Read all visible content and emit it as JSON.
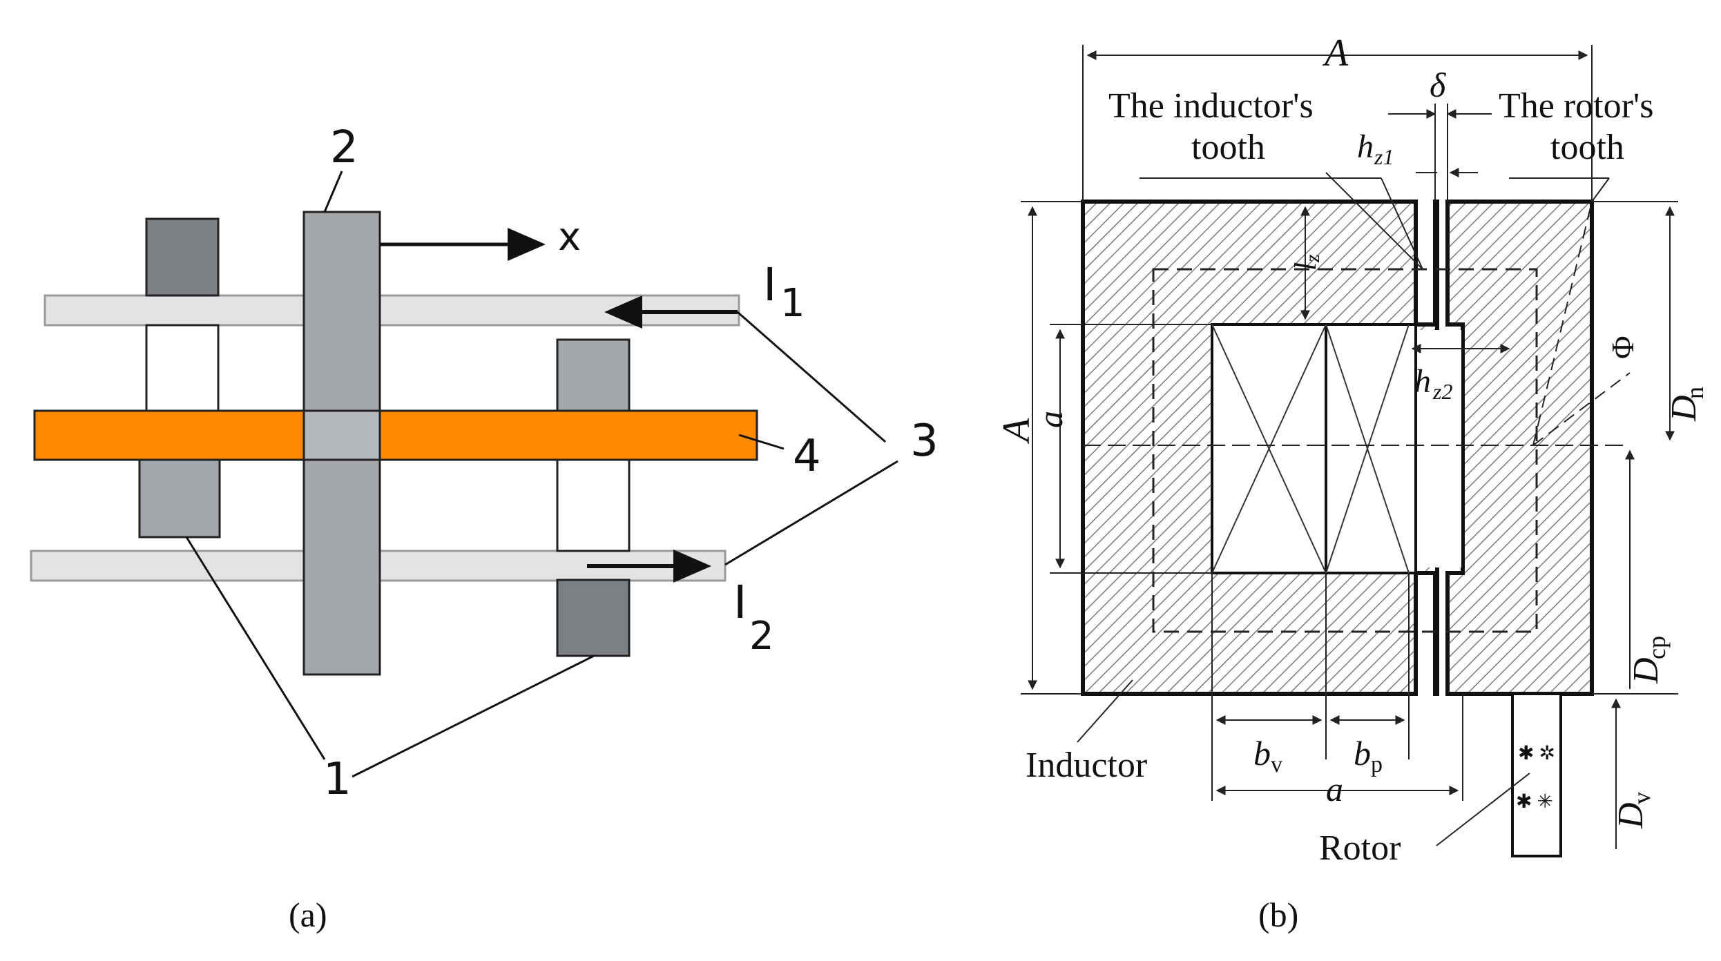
{
  "panel_a": {
    "caption": "(a)",
    "labels": {
      "n1": "1",
      "n2": "2",
      "n3": "3",
      "n4": "4",
      "x": "x",
      "i1_letter": "I",
      "i1_sub": "1",
      "i2_letter": "I",
      "i2_sub": "2"
    }
  },
  "panel_b": {
    "caption": "(b)",
    "labels": {
      "A_top": "A",
      "A_left": "A",
      "delta": "δ",
      "inductor_tooth_l1": "The inductor's",
      "inductor_tooth_l2": "tooth",
      "rotor_tooth_l1": "The rotor's",
      "rotor_tooth_l2": "tooth",
      "hz1": "h",
      "hz1_sub": "z1",
      "hz2": "h",
      "hz2_sub": "z2",
      "lz": "l",
      "lz_sub": "z",
      "a_left": "a",
      "phi": "Φ",
      "Dn": "D",
      "Dn_sub": "n",
      "Dcp": "D",
      "Dcp_sub": "cp",
      "Dv": "D",
      "Dv_sub": "v",
      "bv": "b",
      "bv_sub": "v",
      "bp": "b",
      "bp_sub": "p",
      "a_bottom": "a",
      "inductor": "Inductor",
      "rotor": "Rotor"
    }
  },
  "colors": {
    "gray_block": "#a3a6ab",
    "light_bar": "#e2e3e5",
    "orange_bar": "#ff8a00",
    "hatch": "#8a8a8a"
  }
}
